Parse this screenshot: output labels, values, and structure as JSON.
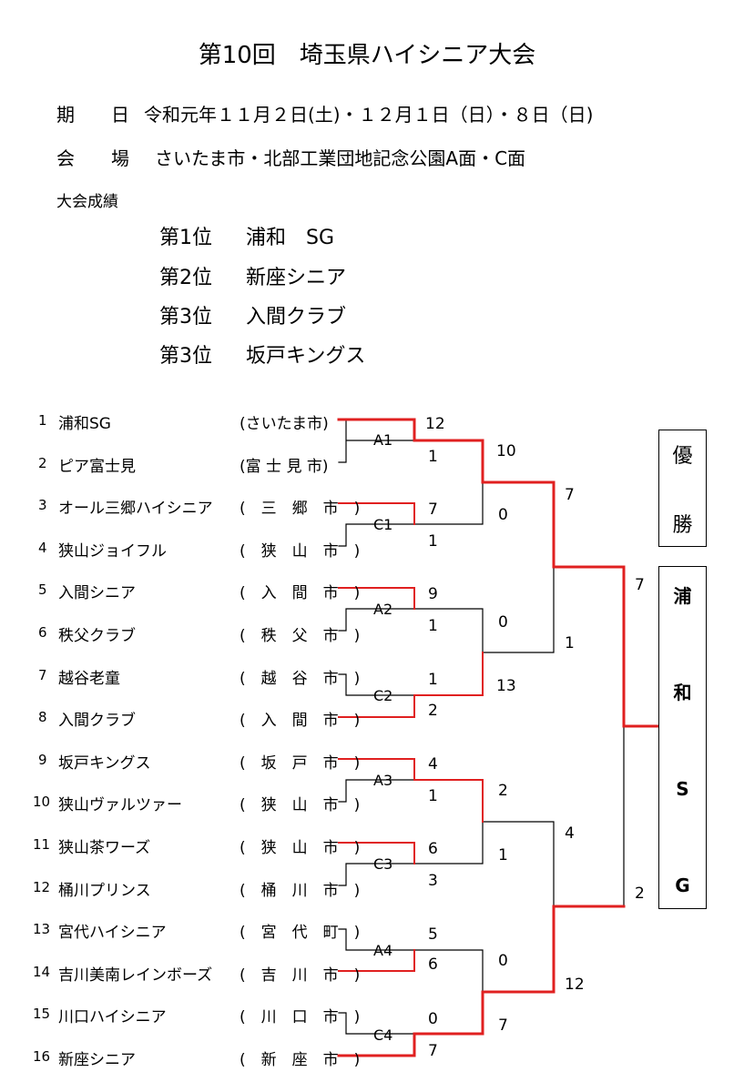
{
  "title": "第10回　埼玉県ハイシニア大会",
  "date": {
    "label": "期　　日",
    "value": "令和元年１１月２日(土)・１２月１日（日）・８日（日)"
  },
  "venue": {
    "label": "会　　場",
    "value": "さいたま市・北部工業団地記念公園A面・C面"
  },
  "results": {
    "heading": "大会成績",
    "entries": [
      {
        "rank": "第1位",
        "team": "浦和　SG"
      },
      {
        "rank": "第2位",
        "team": "新座シニア"
      },
      {
        "rank": "第3位",
        "team": "入間クラブ"
      },
      {
        "rank": "第3位",
        "team": "坂戸キングス"
      }
    ]
  },
  "bracket": {
    "teams": [
      {
        "no": "1",
        "name": "浦和SG",
        "city": "(さいたま市)"
      },
      {
        "no": "2",
        "name": "ピア富士見",
        "city": "(富 士 見 市)"
      },
      {
        "no": "3",
        "name": "オール三郷ハイシニア",
        "city": "(　三　郷　市　)"
      },
      {
        "no": "4",
        "name": "狭山ジョイフル",
        "city": "(　狭　山　市　)"
      },
      {
        "no": "5",
        "name": "入間シニア",
        "city": "(　入　間　市　)"
      },
      {
        "no": "6",
        "name": "秩父クラブ",
        "city": "(　秩　父　市　)"
      },
      {
        "no": "7",
        "name": "越谷老童",
        "city": "(　越　谷　市　)"
      },
      {
        "no": "8",
        "name": "入間クラブ",
        "city": "(　入　間　市　)"
      },
      {
        "no": "9",
        "name": "坂戸キングス",
        "city": "(　坂　戸　市　)"
      },
      {
        "no": "10",
        "name": "狭山ヴァルツァー",
        "city": "(　狭　山　市　)"
      },
      {
        "no": "11",
        "name": "狭山茶ワーズ",
        "city": "(　狭　山　市　)"
      },
      {
        "no": "12",
        "name": "桶川プリンス",
        "city": "(　桶　川　市　)"
      },
      {
        "no": "13",
        "name": "宮代ハイシニア",
        "city": "(　宮　代　町　)"
      },
      {
        "no": "14",
        "name": "吉川美南レインボーズ",
        "city": "(　吉　川　市　)"
      },
      {
        "no": "15",
        "name": "川口ハイシニア",
        "city": "(　川　口　市　)"
      },
      {
        "no": "16",
        "name": "新座シニア",
        "city": "(　新　座　市　)"
      }
    ],
    "first_round": [
      {
        "label": "A1",
        "scores": [
          "12",
          "1"
        ]
      },
      {
        "label": "C1",
        "scores": [
          "7",
          "1"
        ]
      },
      {
        "label": "A2",
        "scores": [
          "9",
          "1"
        ]
      },
      {
        "label": "C2",
        "scores": [
          "1",
          "2"
        ]
      },
      {
        "label": "A3",
        "scores": [
          "4",
          "1"
        ]
      },
      {
        "label": "C3",
        "scores": [
          "6",
          "3"
        ]
      },
      {
        "label": "A4",
        "scores": [
          "5",
          "6"
        ]
      },
      {
        "label": "C4",
        "scores": [
          "0",
          "7"
        ]
      }
    ],
    "second_round_scores": [
      "10",
      "0",
      "0",
      "13",
      "2",
      "1",
      "0",
      "7"
    ],
    "semifinal_scores": [
      "7",
      "1",
      "4",
      "12"
    ],
    "final_scores": [
      "7",
      "2"
    ],
    "champion_label": [
      "優",
      "勝"
    ],
    "champion_name": [
      "浦",
      "和",
      "S",
      "G"
    ],
    "winner_line_color": "#e02020"
  }
}
